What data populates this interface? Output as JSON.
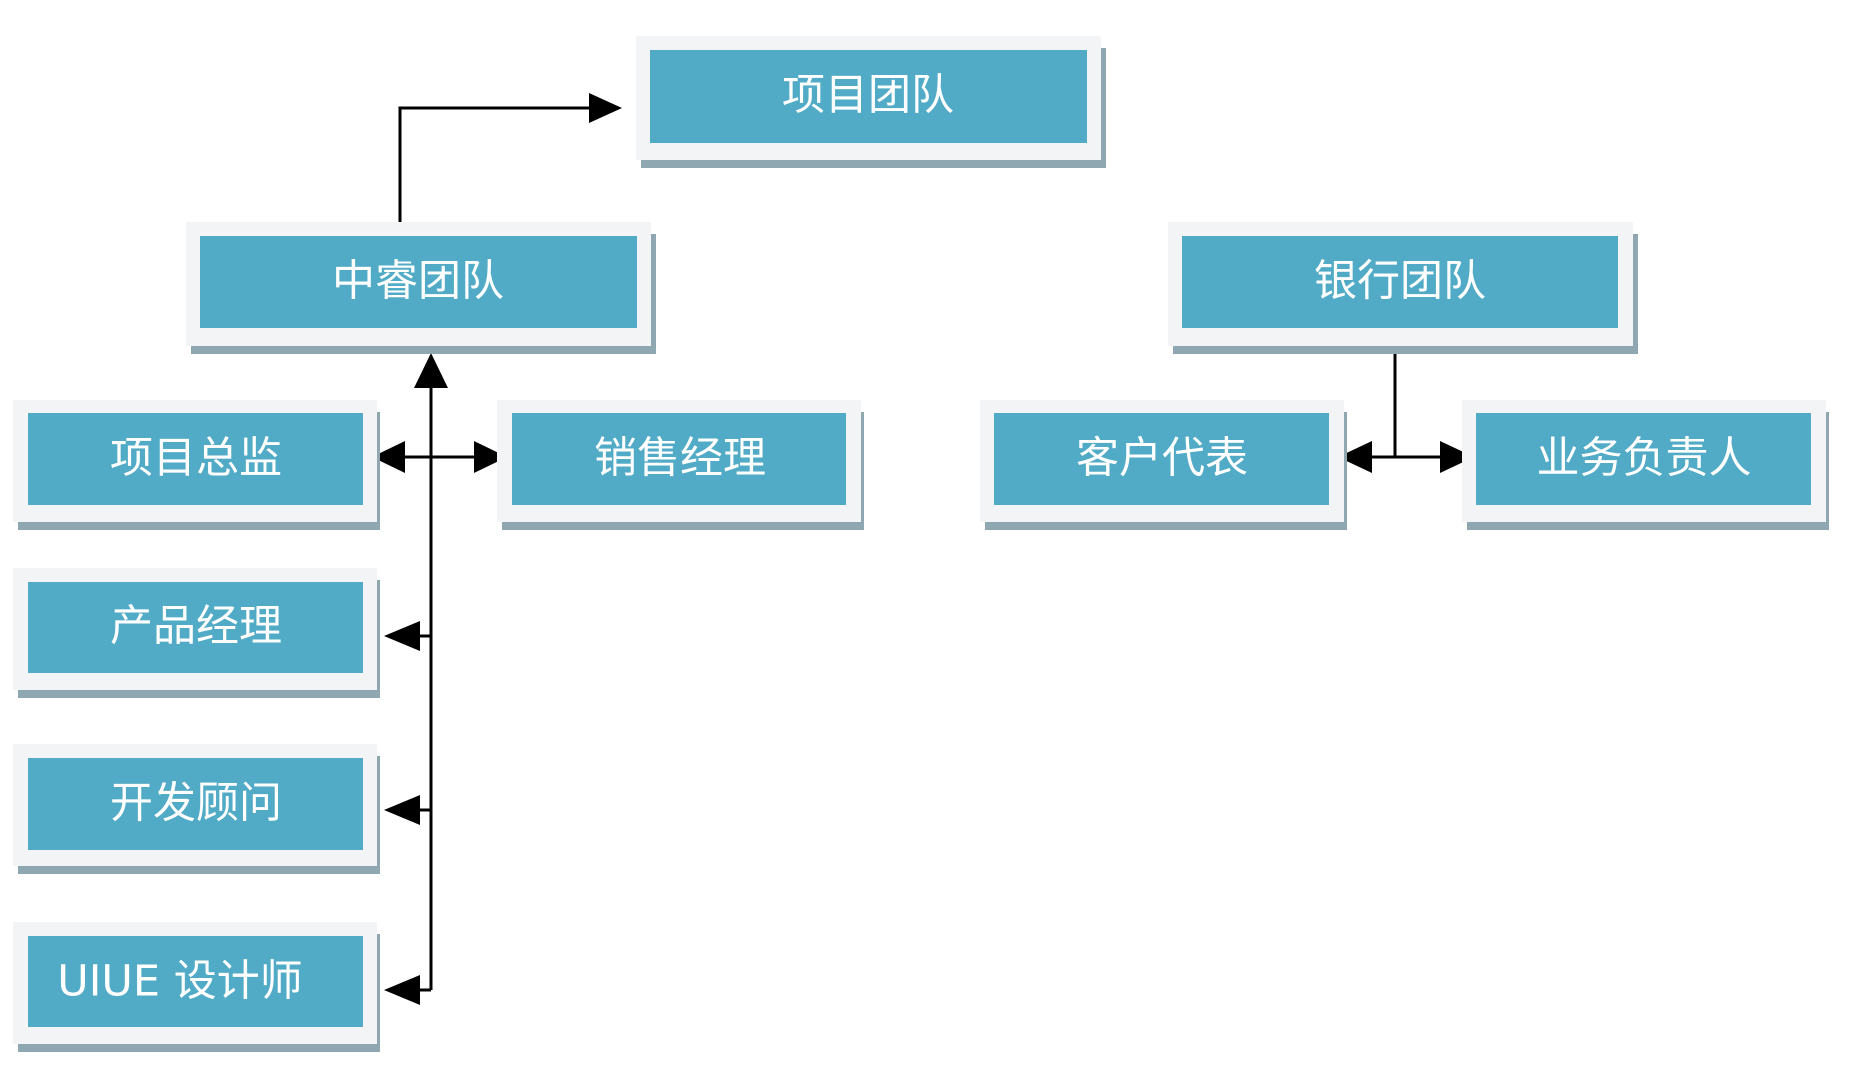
{
  "colors": {
    "box_fill": "#52ABC6",
    "box_frame": "#F2F4F5",
    "box_shadow": "#8FA7B1",
    "box_text": "#FFFFFF",
    "line": "#000000"
  },
  "nodes": {
    "project_team": "项目团队",
    "zhongrui_team": "中睿团队",
    "bank_team": "银行团队",
    "project_director": "项目总监",
    "sales_manager": "销售经理",
    "product_manager": "产品经理",
    "dev_consultant": "开发顾问",
    "uiue_designer": "UIUE 设计师",
    "client_rep": "客户代表",
    "business_lead": "业务负责人"
  }
}
